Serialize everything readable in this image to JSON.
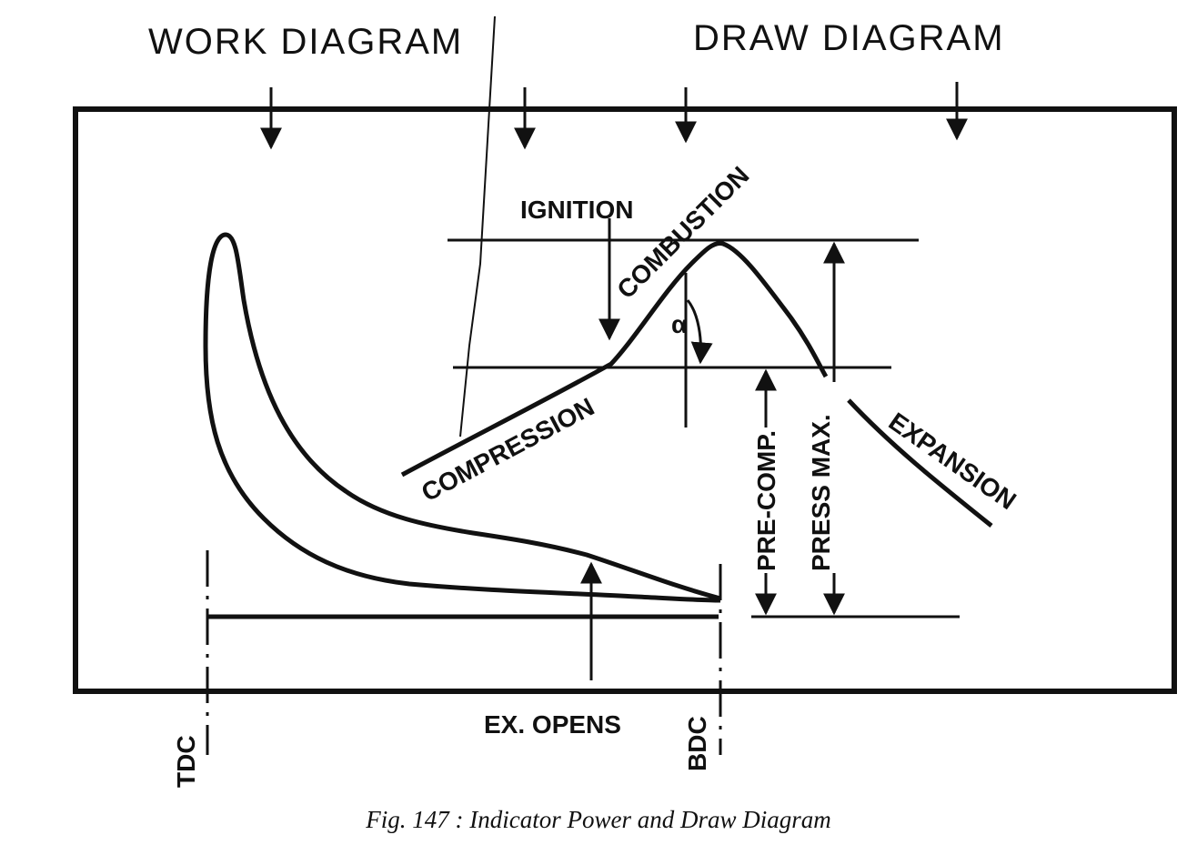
{
  "headings": {
    "work": "WORK DIAGRAM",
    "draw": "DRAW DIAGRAM"
  },
  "labels": {
    "ignition": "IGNITION",
    "combustion": "COMBUSTION",
    "compression": "COMPRESSION",
    "expansion": "EXPANSION",
    "pre_comp": "PRE-COMP.",
    "press_max": "PRESS MAX.",
    "ex_opens": "EX. OPENS",
    "tdc": "TDC",
    "bdc": "BDC",
    "alpha": "α"
  },
  "caption": "Fig. 147 : Indicator Power and Draw Diagram",
  "colors": {
    "ink": "#111111",
    "paper": "#ffffff"
  }
}
